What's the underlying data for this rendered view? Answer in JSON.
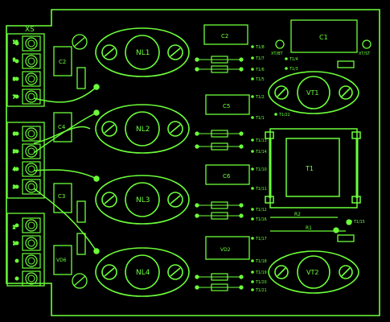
{
  "colors": {
    "background": "#000000",
    "trace": "#6cff3a",
    "dim": "#3fbf2a"
  },
  "connector": {
    "label": "XS",
    "pins": [
      "10",
      "9",
      "8",
      "7",
      "6",
      "5",
      "4",
      "3",
      "2",
      "1"
    ]
  },
  "transistors": {
    "nl1": "NL1",
    "nl2": "NL2",
    "nl3": "NL3",
    "nl4": "NL4",
    "vt1": "VT1",
    "vt2": "VT2"
  },
  "transformer": "T1",
  "capacitors": {
    "c1": "C1",
    "c2": "C2",
    "c3": "C3",
    "c4": "C4",
    "c5": "C5",
    "c6": "C6"
  },
  "resistors": {
    "r1": "R1",
    "r2": "R2"
  },
  "diodes": {
    "vd2": "VD2",
    "vd6": "VD6"
  },
  "test_points": [
    "XT/BT",
    "XT/ST",
    "T1/8",
    "T1/7",
    "T1/6",
    "T1/5",
    "T1/4",
    "T1/3",
    "T1/2",
    "T1/1",
    "T1/10",
    "T1/11",
    "T1/12",
    "T1/13",
    "T1/14",
    "T1/15",
    "T1/16",
    "T1/17",
    "T1/18",
    "T1/19",
    "T1/20",
    "T1/21",
    "T1/22"
  ]
}
